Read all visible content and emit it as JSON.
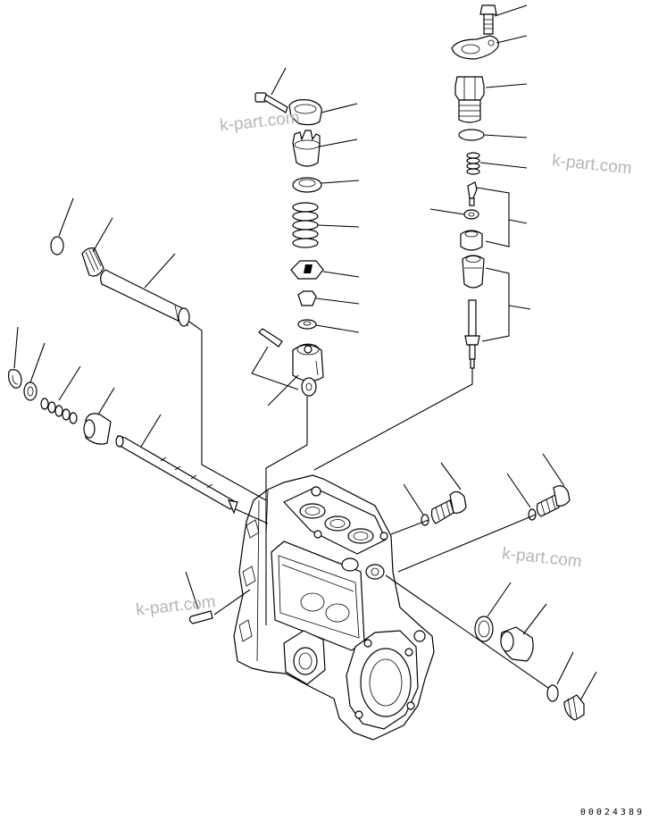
{
  "watermarks": [
    {
      "text": "k-part.com"
    },
    {
      "text": "k-part.com"
    },
    {
      "text": "k-part.com"
    },
    {
      "text": "k-part.com"
    }
  ],
  "serial_number": "00024389"
}
